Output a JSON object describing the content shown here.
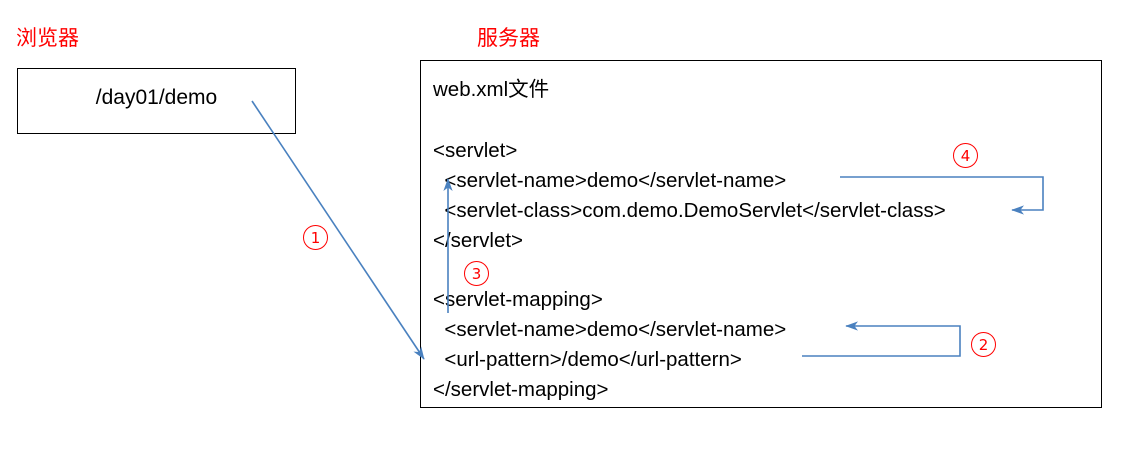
{
  "diagram": {
    "title_browser": "浏览器",
    "title_server": "服务器",
    "browser": {
      "url_value": "/day01/demo"
    },
    "server": {
      "file_heading": "web.xml文件",
      "xml_lines": [
        "<servlet>",
        "  <servlet-name>demo</servlet-name>",
        "  <servlet-class>com.demo.DemoServlet</servlet-class>",
        "</servlet>",
        "<servlet-mapping>",
        "  <servlet-name>demo</servlet-name>",
        "  <url-pattern>/demo</url-pattern>",
        "</servlet-mapping>"
      ]
    },
    "steps": [
      {
        "id": "1",
        "label": "①",
        "glyph": "①"
      },
      {
        "id": "2",
        "label": "②",
        "glyph": "②"
      },
      {
        "id": "3",
        "label": "③",
        "glyph": "③"
      },
      {
        "id": "4",
        "label": "④",
        "glyph": "④"
      }
    ],
    "step_labels": {
      "one": "①",
      "two": "②",
      "three": "③",
      "four": "④"
    },
    "colors": {
      "accent_red": "#ff0000",
      "connector_blue": "#4a81bf",
      "border_black": "#000000",
      "text_black": "#000000",
      "background": "#ffffff"
    }
  }
}
